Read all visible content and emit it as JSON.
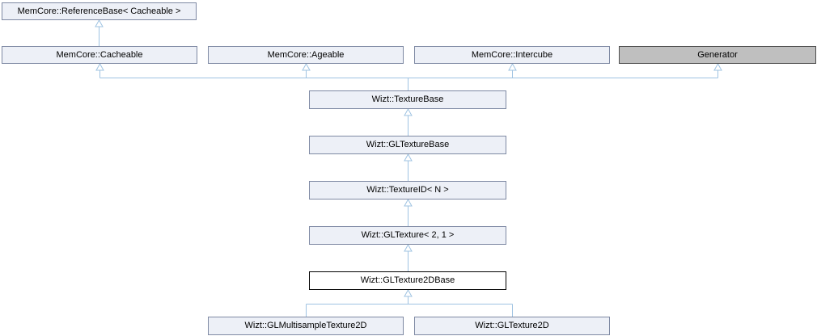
{
  "diagram": {
    "kind": "class-inheritance-graph",
    "nodes": [
      {
        "id": "referencebase",
        "label": "MemCore::ReferenceBase< Cacheable >",
        "style": "default"
      },
      {
        "id": "cacheable",
        "label": "MemCore::Cacheable",
        "style": "default"
      },
      {
        "id": "ageable",
        "label": "MemCore::Ageable",
        "style": "default"
      },
      {
        "id": "intercube",
        "label": "MemCore::Intercube",
        "style": "default"
      },
      {
        "id": "generator",
        "label": "Generator",
        "style": "gray"
      },
      {
        "id": "texturebase",
        "label": "Wizt::TextureBase",
        "style": "default"
      },
      {
        "id": "gltexturebase",
        "label": "Wizt::GLTextureBase",
        "style": "default"
      },
      {
        "id": "textureid",
        "label": "Wizt::TextureID< N >",
        "style": "default"
      },
      {
        "id": "gltexture",
        "label": "Wizt::GLTexture< 2, 1 >",
        "style": "default"
      },
      {
        "id": "gltexture2dbase",
        "label": "Wizt::GLTexture2DBase",
        "style": "current"
      },
      {
        "id": "glmultisample",
        "label": "Wizt::GLMultisampleTexture2D",
        "style": "default"
      },
      {
        "id": "gltexture2d",
        "label": "Wizt::GLTexture2D",
        "style": "default"
      }
    ],
    "edges": [
      {
        "from": "cacheable",
        "to": "referencebase"
      },
      {
        "from": "texturebase",
        "to": "cacheable"
      },
      {
        "from": "texturebase",
        "to": "ageable"
      },
      {
        "from": "texturebase",
        "to": "intercube"
      },
      {
        "from": "texturebase",
        "to": "generator"
      },
      {
        "from": "gltexturebase",
        "to": "texturebase"
      },
      {
        "from": "textureid",
        "to": "gltexturebase"
      },
      {
        "from": "gltexture",
        "to": "textureid"
      },
      {
        "from": "gltexture2dbase",
        "to": "gltexture"
      },
      {
        "from": "glmultisample",
        "to": "gltexture2dbase"
      },
      {
        "from": "gltexture2d",
        "to": "gltexture2dbase"
      }
    ],
    "colors": {
      "node_fill": "#edf0f7",
      "node_border": "#7e89a3",
      "gray_node_fill": "#bfbfbf",
      "current_node_border": "#000000",
      "edge": "#9fc3e2",
      "text": "#000000",
      "background": "#ffffff"
    }
  }
}
